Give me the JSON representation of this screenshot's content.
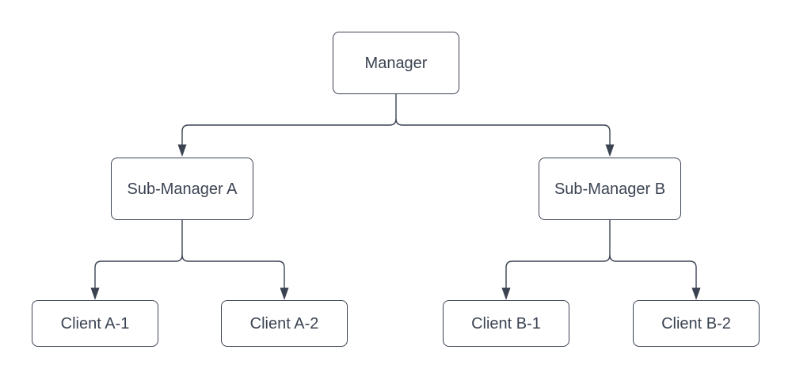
{
  "diagram": {
    "type": "org-chart-tree",
    "canvas_bg": "#ffffff",
    "line_color": "#3b4352",
    "text_color": "#3b4352",
    "node_fill": "#ffffff",
    "nodes": [
      {
        "id": "manager",
        "label": "Manager",
        "level": 0
      },
      {
        "id": "sub-manager-a",
        "label": "Sub-Manager A",
        "level": 1
      },
      {
        "id": "sub-manager-b",
        "label": "Sub-Manager B",
        "level": 1
      },
      {
        "id": "client-a-1",
        "label": "Client A-1",
        "level": 2
      },
      {
        "id": "client-a-2",
        "label": "Client A-2",
        "level": 2
      },
      {
        "id": "client-b-1",
        "label": "Client B-1",
        "level": 2
      },
      {
        "id": "client-b-2",
        "label": "Client B-2",
        "level": 2
      }
    ],
    "edges": [
      {
        "from": "Manager",
        "to": "Sub-Manager A"
      },
      {
        "from": "Manager",
        "to": "Sub-Manager B"
      },
      {
        "from": "Sub-Manager A",
        "to": "Client A-1"
      },
      {
        "from": "Sub-Manager A",
        "to": "Client A-2"
      },
      {
        "from": "Sub-Manager B",
        "to": "Client B-1"
      },
      {
        "from": "Sub-Manager B",
        "to": "Client B-2"
      }
    ]
  }
}
